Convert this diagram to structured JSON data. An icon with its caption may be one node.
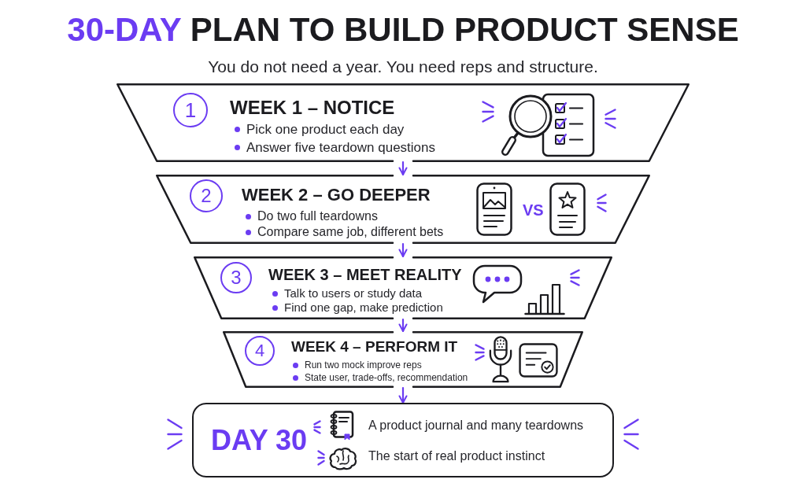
{
  "diagram": {
    "title": "**30-DAY** PLAN TO BUILD PRODUCT SENSE",
    "nodes": [
      {
        "text": [
          "WEEK 1 – NOTICE",
          "Pick one product each day",
          "Answer five teardown questions"
        ]
      },
      {
        "text": [
          "1"
        ],
        "in": 0
      },
      {
        "text": [
          "WEEK 2 – GO DEEPER",
          "Do two full teardowns",
          "Compare same job, different bets",
          "VS"
        ]
      },
      {
        "text": [
          "2"
        ],
        "in": 2
      },
      {
        "text": [
          "WEEK 3 – MEET REALITY",
          "Talk to users or study data",
          "Find one gap, make prediction"
        ]
      },
      {
        "text": [
          "3"
        ],
        "in": 4
      },
      {
        "text": [
          "WEEK 4 – PERFORM IT",
          "Run two mock improve reps",
          "State user, trade-offs, recommendation"
        ]
      },
      {
        "text": [
          "4"
        ],
        "in": 6
      },
      {
        "text": [
          "DAY 30",
          "A product journal and many teardowns",
          "The start of real product instinct"
        ]
      }
    ],
    "edges": [
      {
        "from": 0,
        "to": 2,
        "arrow": "to"
      },
      {
        "from": 2,
        "to": 4,
        "arrow": "to"
      },
      {
        "from": 4,
        "to": 6,
        "arrow": "to"
      },
      {
        "from": 6,
        "to": 8,
        "arrow": "to"
      }
    ],
    "labels": [
      "You do not need a year. You need reps and structure."
    ]
  }
}
